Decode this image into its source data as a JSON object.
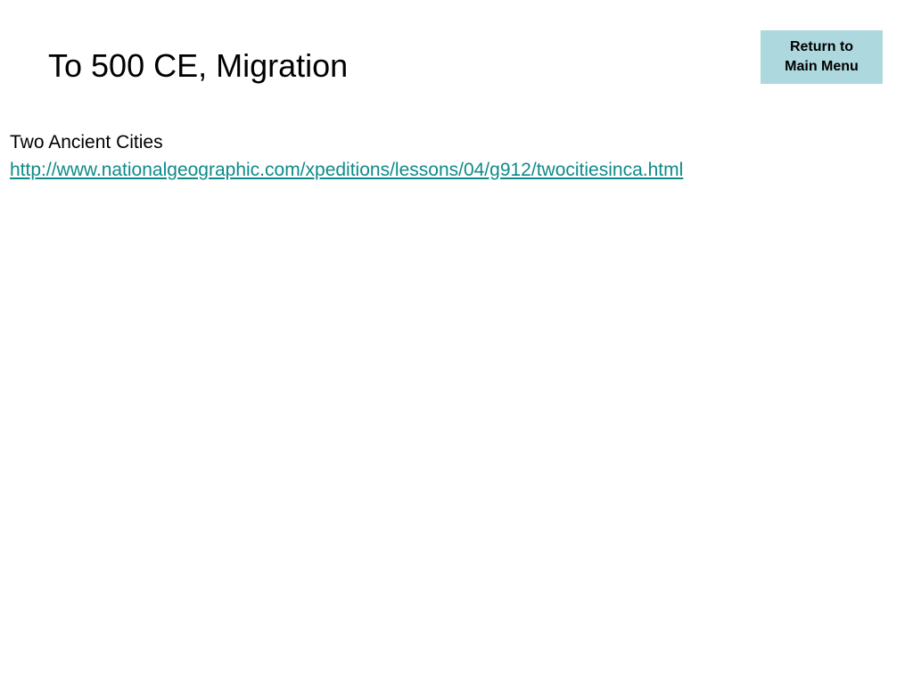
{
  "slide": {
    "title": "To 500 CE, Migration",
    "menu_button": {
      "line1": "Return to",
      "line2": "Main Menu"
    },
    "content": {
      "heading": "Two Ancient Cities",
      "link_text": "http://www.nationalgeographic.com/xpeditions/lessons/04/g912/twocitiesinca.html"
    }
  },
  "colors": {
    "background": "#ffffff",
    "button_fill": "#add8dd",
    "link": "#0f8a8a",
    "text": "#000000"
  }
}
